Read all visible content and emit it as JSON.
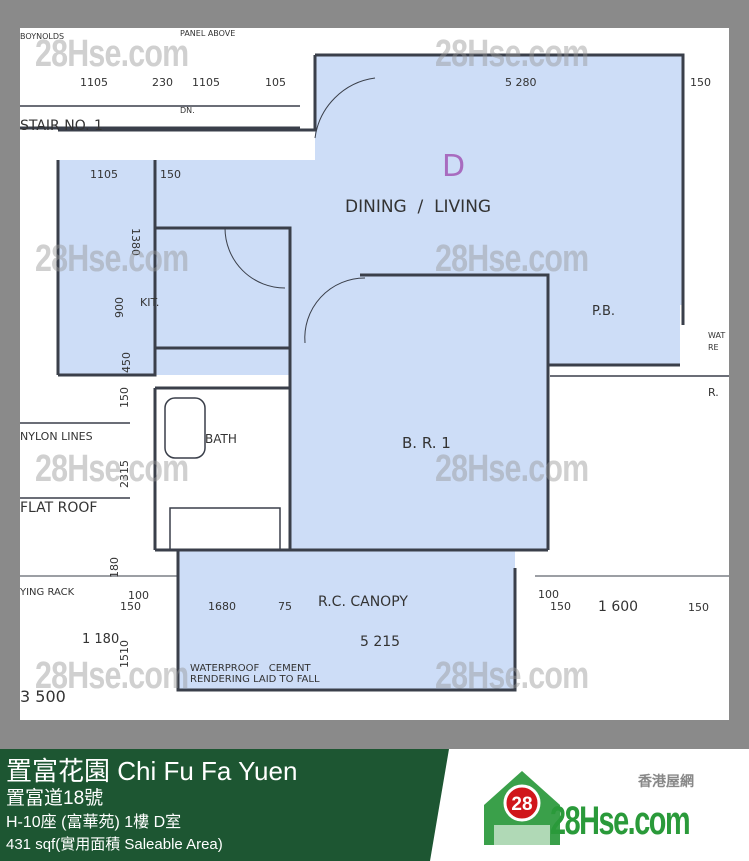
{
  "floorplan": {
    "unit_letter": "D",
    "rooms": {
      "dining_living": "DINING  /  LIVING",
      "kitchen": "KIT.",
      "bath": "BATH",
      "bedroom": "B. R. 1",
      "pb": "P.B.",
      "canopy": "R.C. CANOPY"
    },
    "notes": {
      "stair": "STAIR NO. 1",
      "nylon_lines": "NYLON LINES",
      "flat_roof": "FLAT ROOF",
      "drying_rack": "YING RACK",
      "panel_above": "PANEL ABOVE",
      "dn": "DN.",
      "waterproof": "WATERPROOF   CEMENT",
      "rendering": "RENDERING LAID TO FALL",
      "water": "WAT",
      "re": "RE",
      "r": "R.",
      "top_left": "BOYNOLDS"
    },
    "dimensions": [
      "1105",
      "230",
      "1105",
      "105",
      "5 280",
      "150",
      "1105",
      "150",
      "1380",
      "900",
      "450",
      "150",
      "2315",
      "100",
      "150",
      "1680",
      "75",
      "5 215",
      "1 180",
      "1510",
      "3 500",
      "100",
      "150",
      "1 600",
      "150",
      "180"
    ],
    "colors": {
      "room_fill": "#cdddf7",
      "line": "#3a3f4a"
    }
  },
  "watermark": {
    "text": "28Hse.com",
    "badge": "28"
  },
  "banner": {
    "estate": "置富花園 Chi Fu Fa Yuen",
    "address": "置富道18號",
    "unit": "H-10座 (富華苑) 1樓 D室",
    "area": "431 sqf(實用面積 Saleable Area)",
    "logo_cn": "香港屋網",
    "logo_badge": "28",
    "logo_text": "28Hse.com",
    "colors": {
      "panel": "#1d5632",
      "logo_green": "#2a9a3a",
      "logo_red": "#d0161b"
    }
  }
}
